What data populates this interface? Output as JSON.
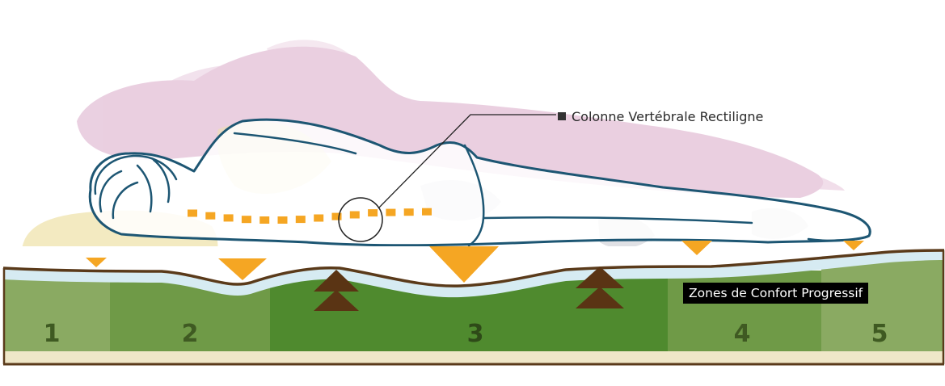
{
  "callout": {
    "label": "Colonne Vertébrale Rectiligne"
  },
  "zones_label": "Zones de Confort Progressif",
  "zones": [
    {
      "number": "1",
      "fill": "#8aaa62",
      "text_color": "#3f5a22"
    },
    {
      "number": "2",
      "fill": "#6f9a47",
      "text_color": "#3f5a22"
    },
    {
      "number": "3",
      "fill": "#4f8a2e",
      "text_color": "#2e4a18"
    },
    {
      "number": "4",
      "fill": "#6f9a47",
      "text_color": "#3f5a22"
    },
    {
      "number": "5",
      "fill": "#8aaa62",
      "text_color": "#3f5a22"
    }
  ],
  "colors": {
    "body_outline": "#1d5673",
    "spine_dots": "#f5a623",
    "pressure_arrow": "#f5a623",
    "support_arrow": "#5a3414",
    "mattress_border": "#5a3a1a",
    "mattress_top_layer": "#d6ebf2",
    "mattress_base": "#efe7c8",
    "motion_blur": "#d9a9c8"
  }
}
